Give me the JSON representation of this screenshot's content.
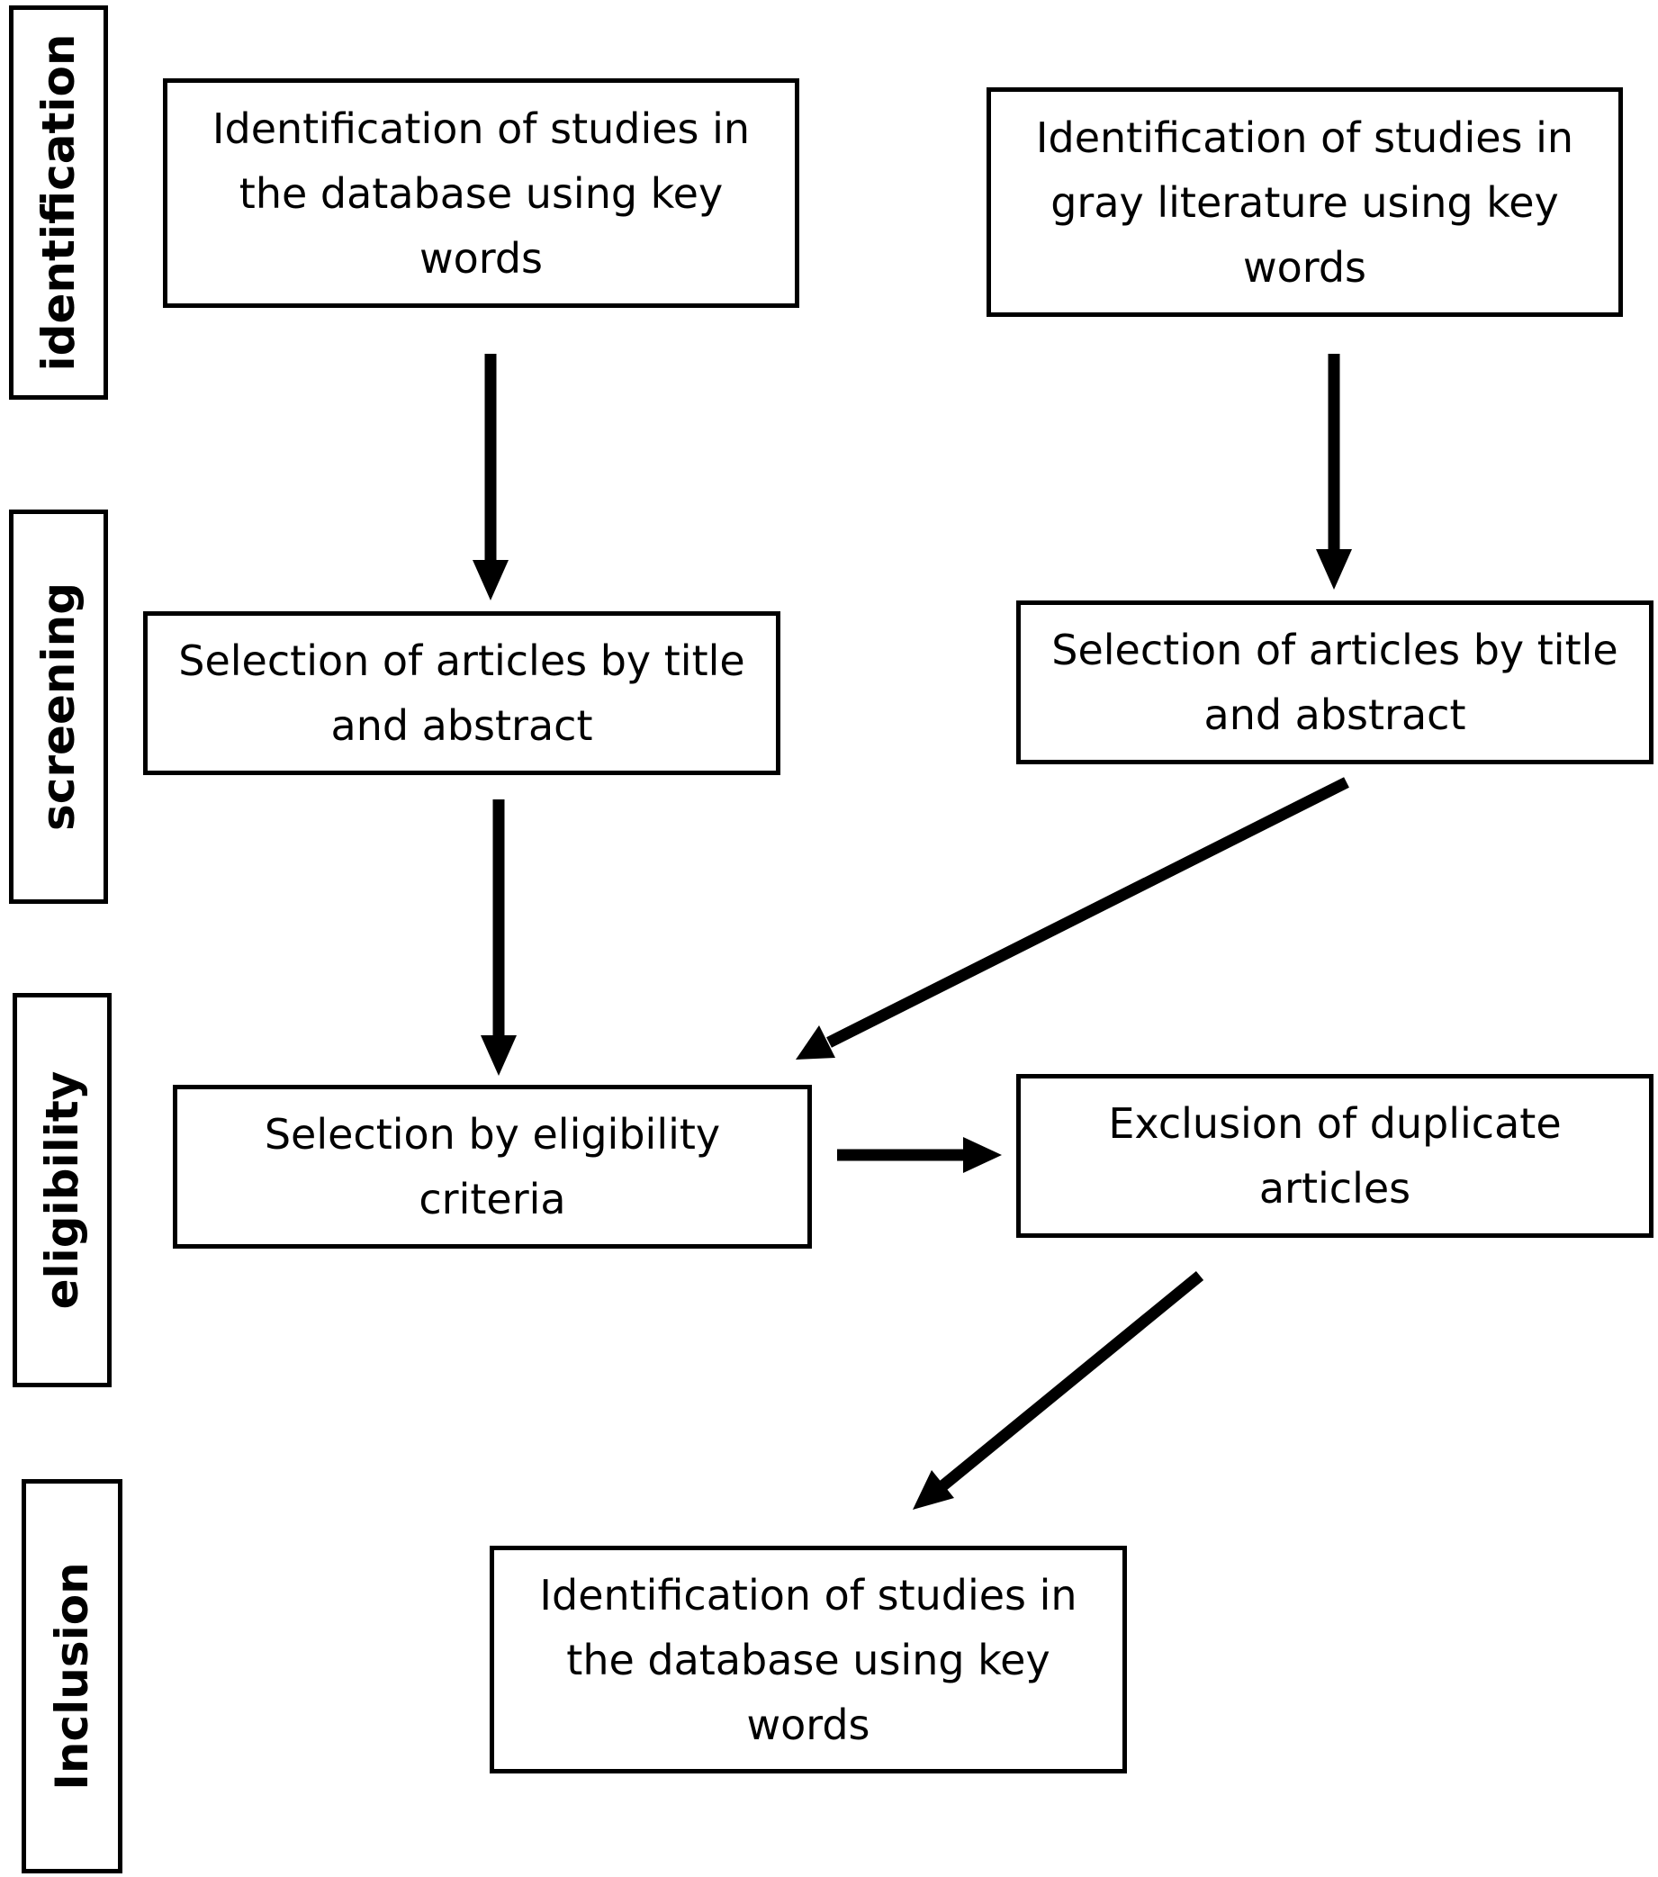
{
  "phases": [
    {
      "label": "identification"
    },
    {
      "label": "screening"
    },
    {
      "label": "eligibility"
    },
    {
      "label": "Inclusion"
    }
  ],
  "nodes": [
    {
      "text": "Identification of studies in the database using key words"
    },
    {
      "text": "Identification of studies in gray literature using key words"
    },
    {
      "text": "Selection of articles by title and abstract"
    },
    {
      "text": "Selection of articles by title and abstract"
    },
    {
      "text": "Selection by eligibility criteria"
    },
    {
      "text": "Exclusion of duplicate articles"
    },
    {
      "text": "Identification of studies in the database using key words"
    }
  ],
  "edges": [
    {
      "from": "node-db-identification",
      "to": "node-db-screening"
    },
    {
      "from": "node-gray-identification",
      "to": "node-gray-screening"
    },
    {
      "from": "node-db-screening",
      "to": "node-eligibility"
    },
    {
      "from": "node-gray-screening",
      "to": "node-eligibility"
    },
    {
      "from": "node-eligibility",
      "to": "node-duplicates"
    },
    {
      "from": "node-duplicates",
      "to": "node-inclusion"
    }
  ]
}
